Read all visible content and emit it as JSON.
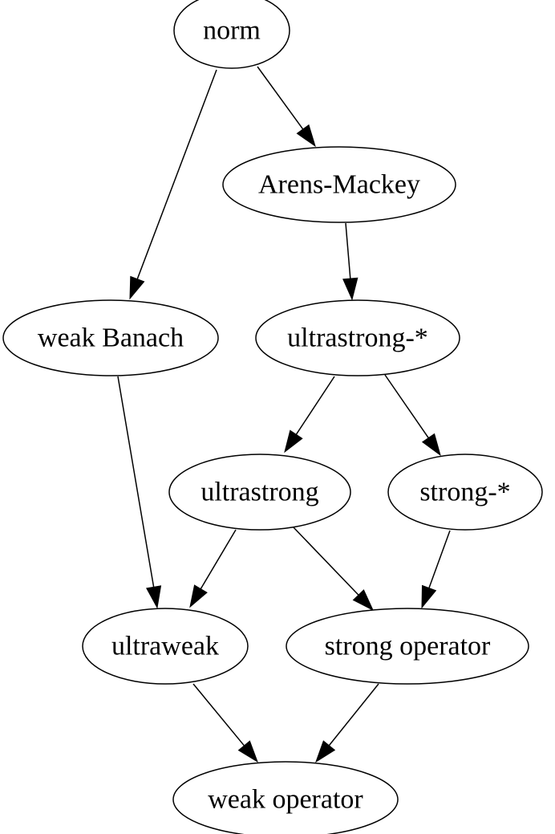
{
  "graph": {
    "nodes": [
      {
        "id": "norm",
        "label": "norm"
      },
      {
        "id": "arens-mackey",
        "label": "Arens-Mackey"
      },
      {
        "id": "weak-banach",
        "label": "weak Banach"
      },
      {
        "id": "ultrastrong-star",
        "label": "ultrastrong-*"
      },
      {
        "id": "ultrastrong",
        "label": "ultrastrong"
      },
      {
        "id": "strong-star",
        "label": "strong-*"
      },
      {
        "id": "ultraweak",
        "label": "ultraweak"
      },
      {
        "id": "strong-operator",
        "label": "strong operator"
      },
      {
        "id": "weak-operator",
        "label": "weak operator"
      }
    ],
    "edges": [
      {
        "from": "norm",
        "to": "weak-banach"
      },
      {
        "from": "norm",
        "to": "arens-mackey"
      },
      {
        "from": "arens-mackey",
        "to": "ultrastrong-star"
      },
      {
        "from": "weak-banach",
        "to": "ultraweak"
      },
      {
        "from": "ultrastrong-star",
        "to": "ultrastrong"
      },
      {
        "from": "ultrastrong-star",
        "to": "strong-star"
      },
      {
        "from": "ultrastrong",
        "to": "ultraweak"
      },
      {
        "from": "ultrastrong",
        "to": "strong-operator"
      },
      {
        "from": "strong-star",
        "to": "strong-operator"
      },
      {
        "from": "ultraweak",
        "to": "weak-operator"
      },
      {
        "from": "strong-operator",
        "to": "weak-operator"
      }
    ]
  }
}
